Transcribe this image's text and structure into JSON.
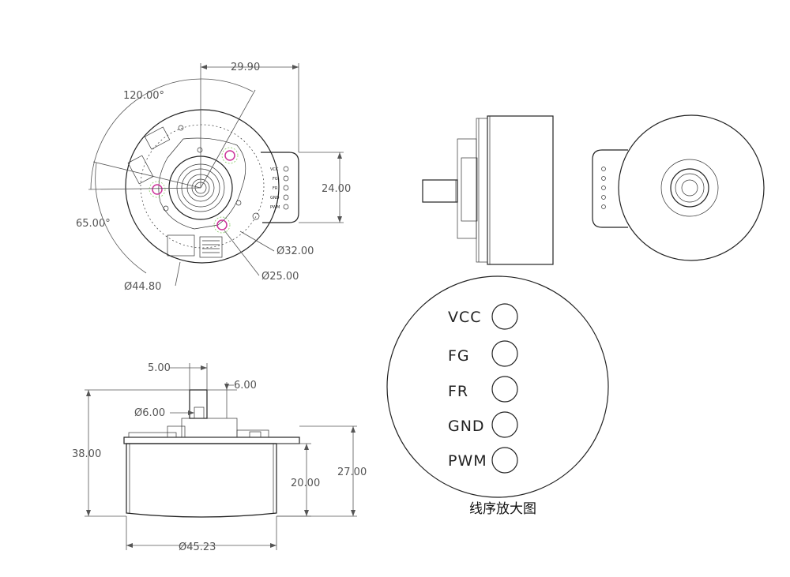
{
  "top_view": {
    "dim_width": "29.90",
    "dim_height": "24.00",
    "angle_a": "120.00°",
    "angle_b": "65.00°",
    "dia_hub": "Ø32.00",
    "dia_body": "Ø44.80",
    "dia_bolt": "Ø25.00",
    "pin_labels": [
      "VCC",
      "FG",
      "FR",
      "GND",
      "PWM"
    ]
  },
  "front_view": {
    "dim_shaft_len": "5.00",
    "dim_shaft_top": "6.00",
    "dim_shaft_dia": "Ø6.00",
    "dim_total_height": "38.00",
    "dim_body_height": "20.00",
    "dim_height_27": "27.00",
    "dim_diameter": "Ø45.23"
  },
  "pin_detail": {
    "pins": [
      "VCC",
      "FG",
      "FR",
      "GND",
      "PWM"
    ],
    "caption": "线序放大图"
  },
  "colors": {
    "line": "#222222",
    "dimension": "#555555",
    "hole_marker": "#cc3399"
  }
}
